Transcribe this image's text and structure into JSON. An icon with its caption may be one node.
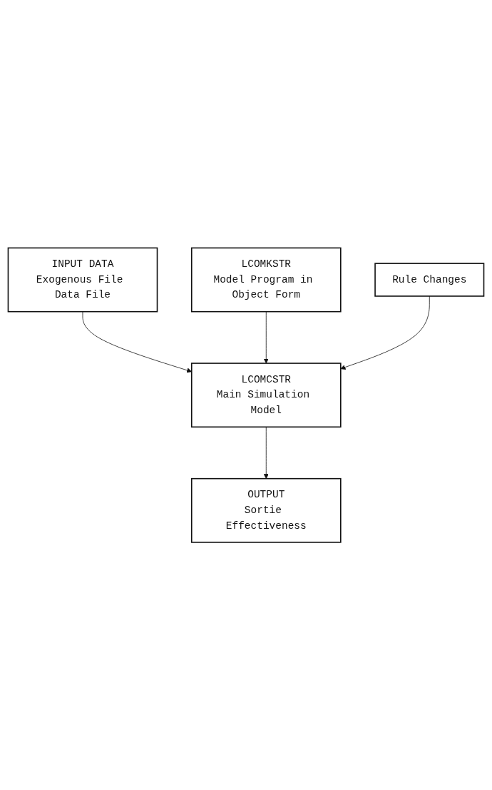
{
  "diagram": {
    "nodes": [
      {
        "text": [
          "INPUT DATA",
          "Exogenous File Data File"
        ]
      },
      {
        "text": [
          "Rule Changes"
        ]
      },
      {
        "text": [
          "LCOMKSTR",
          "Model Program in Object Form"
        ]
      },
      {
        "text": [
          "LCOMCSTR",
          "Main Simulation Model"
        ]
      },
      {
        "text": [
          "OUTPUT",
          "Sortie Effectiveness"
        ]
      }
    ],
    "edges": [
      {
        "from": 0,
        "to": 3,
        "arrow": "to"
      },
      {
        "from": 2,
        "to": 3,
        "arrow": "to"
      },
      {
        "from": 1,
        "to": 3,
        "arrow": "to"
      },
      {
        "from": 3,
        "to": 4,
        "arrow": "to"
      }
    ]
  }
}
